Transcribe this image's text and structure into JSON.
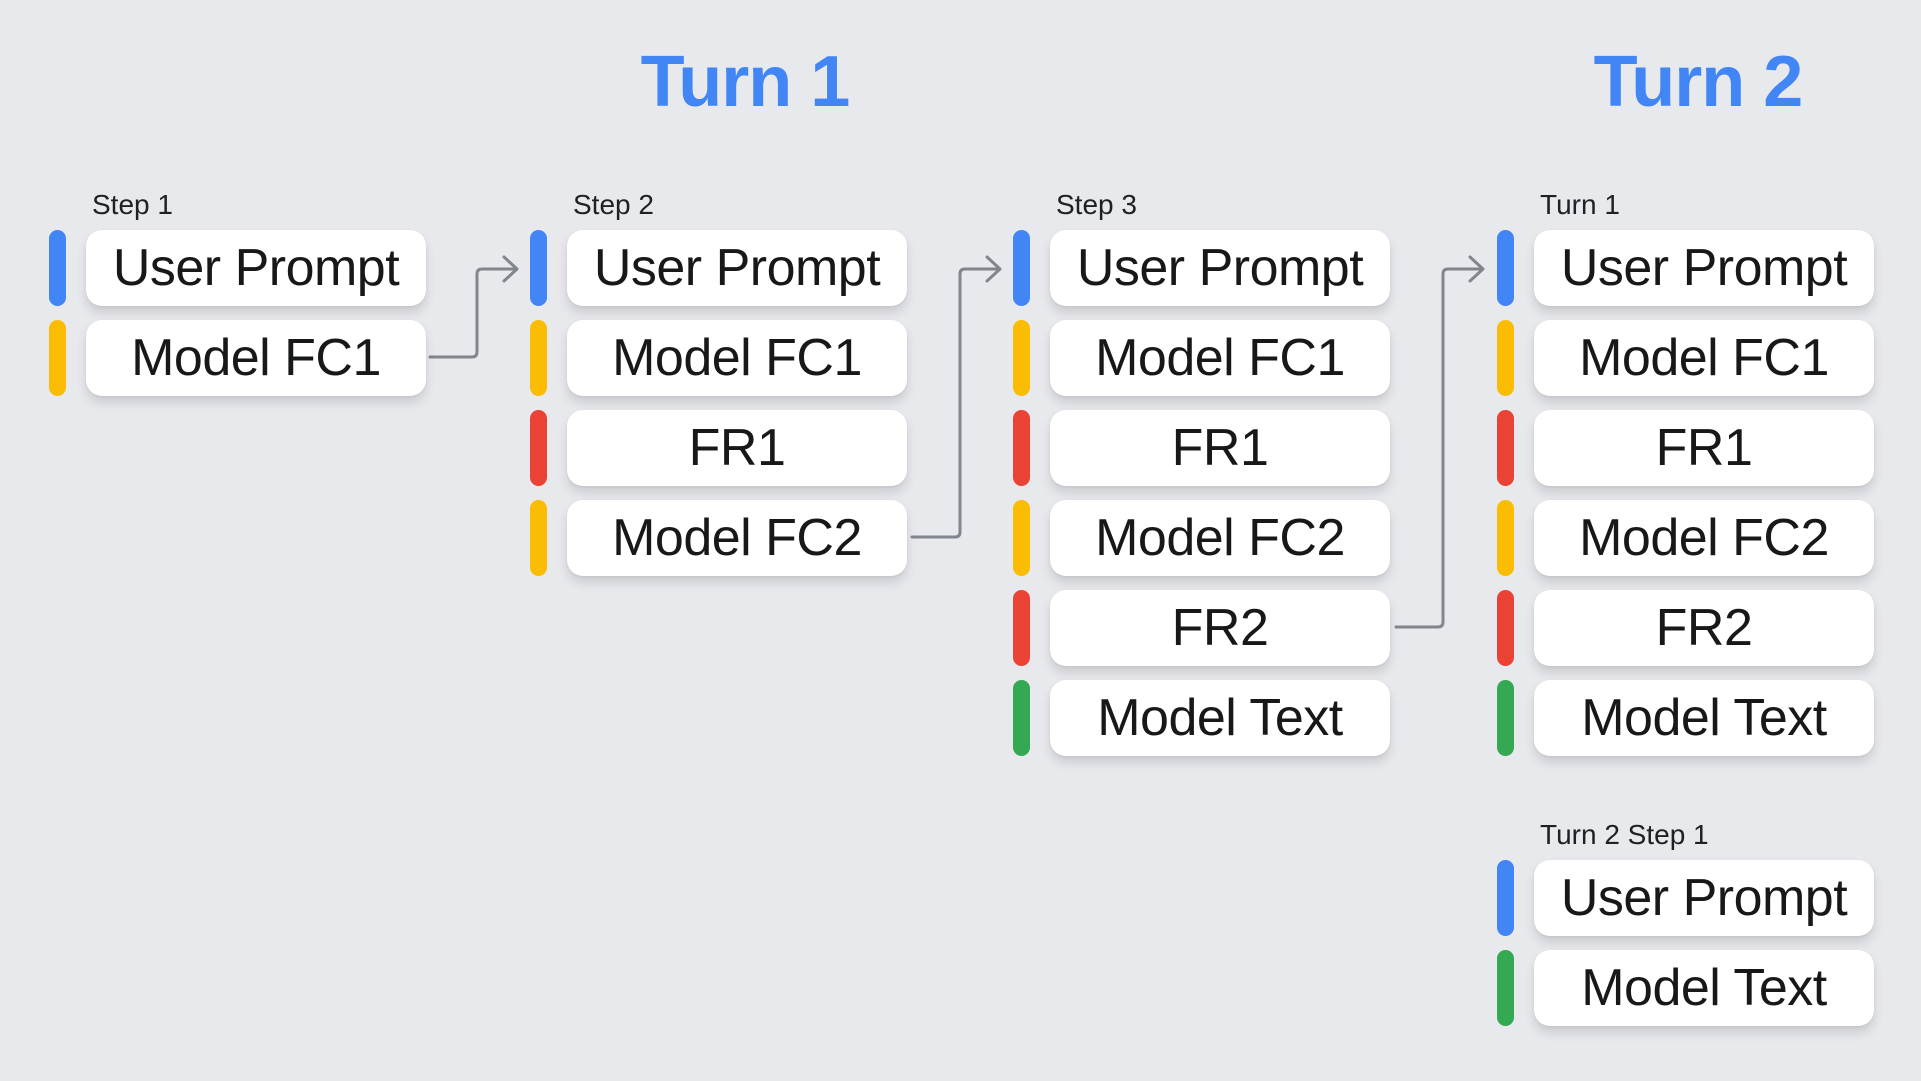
{
  "titles": {
    "turn1": "Turn 1",
    "turn2": "Turn 2"
  },
  "colors": {
    "background": "#e8e9ed",
    "title_blue": "#4285F4",
    "user": "#4285F4",
    "model_fc": "#FBBC04",
    "fr": "#EA4335",
    "model_text": "#34A853",
    "arrow": "#80868b",
    "card": "#ffffff",
    "label_text": "#202124"
  },
  "columns": [
    {
      "label": "Step 1",
      "items": [
        {
          "label": "User Prompt",
          "type": "user"
        },
        {
          "label": "Model FC1",
          "type": "model_fc"
        }
      ]
    },
    {
      "label": "Step 2",
      "items": [
        {
          "label": "User Prompt",
          "type": "user"
        },
        {
          "label": "Model FC1",
          "type": "model_fc"
        },
        {
          "label": "FR1",
          "type": "fr"
        },
        {
          "label": "Model FC2",
          "type": "model_fc"
        }
      ]
    },
    {
      "label": "Step 3",
      "items": [
        {
          "label": "User Prompt",
          "type": "user"
        },
        {
          "label": "Model FC1",
          "type": "model_fc"
        },
        {
          "label": "FR1",
          "type": "fr"
        },
        {
          "label": "Model FC2",
          "type": "model_fc"
        },
        {
          "label": "FR2",
          "type": "fr"
        },
        {
          "label": "Model Text",
          "type": "model_text"
        }
      ]
    },
    {
      "label": "Turn 1",
      "items": [
        {
          "label": "User Prompt",
          "type": "user"
        },
        {
          "label": "Model FC1",
          "type": "model_fc"
        },
        {
          "label": "FR1",
          "type": "fr"
        },
        {
          "label": "Model FC2",
          "type": "model_fc"
        },
        {
          "label": "FR2",
          "type": "fr"
        },
        {
          "label": "Model Text",
          "type": "model_text"
        }
      ]
    },
    {
      "label": "Turn 2 Step 1",
      "items": [
        {
          "label": "User Prompt",
          "type": "user"
        },
        {
          "label": "Model Text",
          "type": "model_text"
        }
      ]
    }
  ]
}
